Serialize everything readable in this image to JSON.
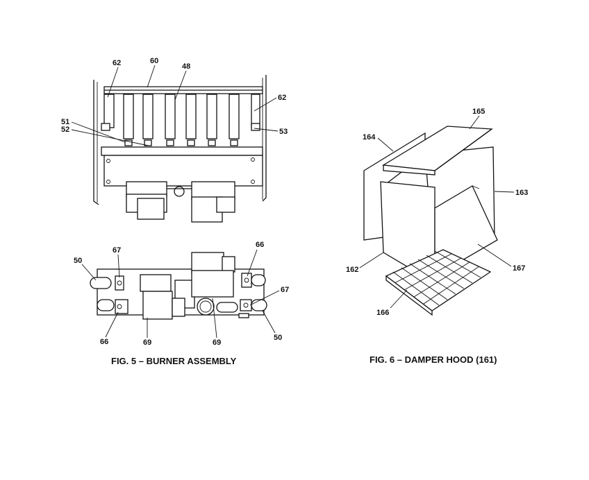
{
  "fig5": {
    "caption": "FIG. 5 – BURNER ASSEMBLY",
    "top_view": {
      "c62a": "62",
      "c60": "60",
      "c48": "48",
      "c62b": "62",
      "c51": "51",
      "c52": "52",
      "c53": "53"
    },
    "bottom_view": {
      "c50a": "50",
      "c67a": "67",
      "c66a": "66",
      "c66b": "66",
      "c69a": "69",
      "c69b": "69",
      "c67b": "67",
      "c50b": "50"
    }
  },
  "fig6": {
    "caption": "FIG. 6 – DAMPER HOOD (161)",
    "labels": {
      "c165": "165",
      "c164": "164",
      "c163": "163",
      "c162": "162",
      "c167": "167",
      "c166": "166"
    }
  }
}
